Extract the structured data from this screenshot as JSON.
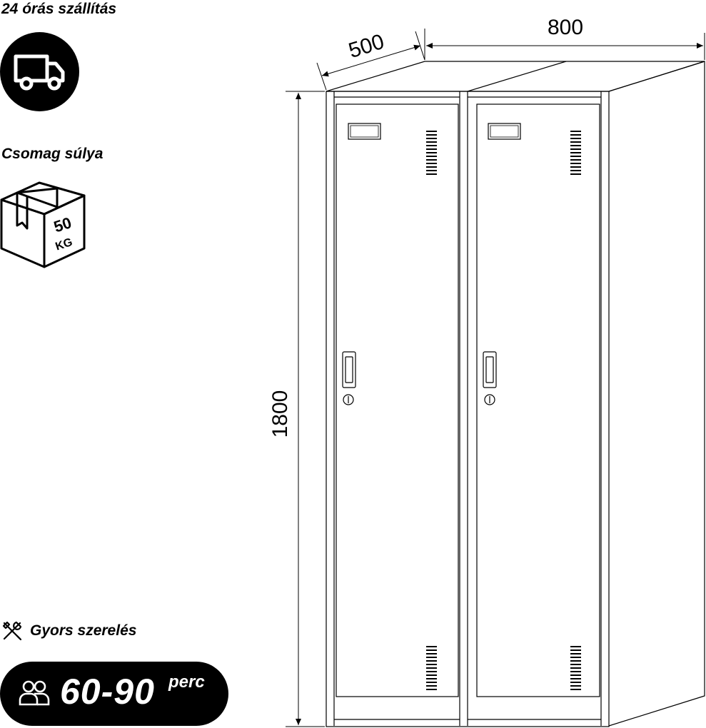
{
  "features": {
    "delivery_label": "24 órás szállítás",
    "weight_label": "Csomag súlya",
    "weight_value": "50",
    "weight_unit": "KG",
    "assembly_label": "Gyors szerelés",
    "assembly_time": "60-90",
    "assembly_time_unit": "perc"
  },
  "icons": {
    "delivery": "truck-icon",
    "weight": "box-icon",
    "assembly": "tools-icon",
    "people": "people-icon"
  },
  "dimensions": {
    "depth": "500",
    "width": "800",
    "height": "1800"
  },
  "colors": {
    "ink": "#000000",
    "background": "#ffffff",
    "badge_text": "#ffffff"
  }
}
